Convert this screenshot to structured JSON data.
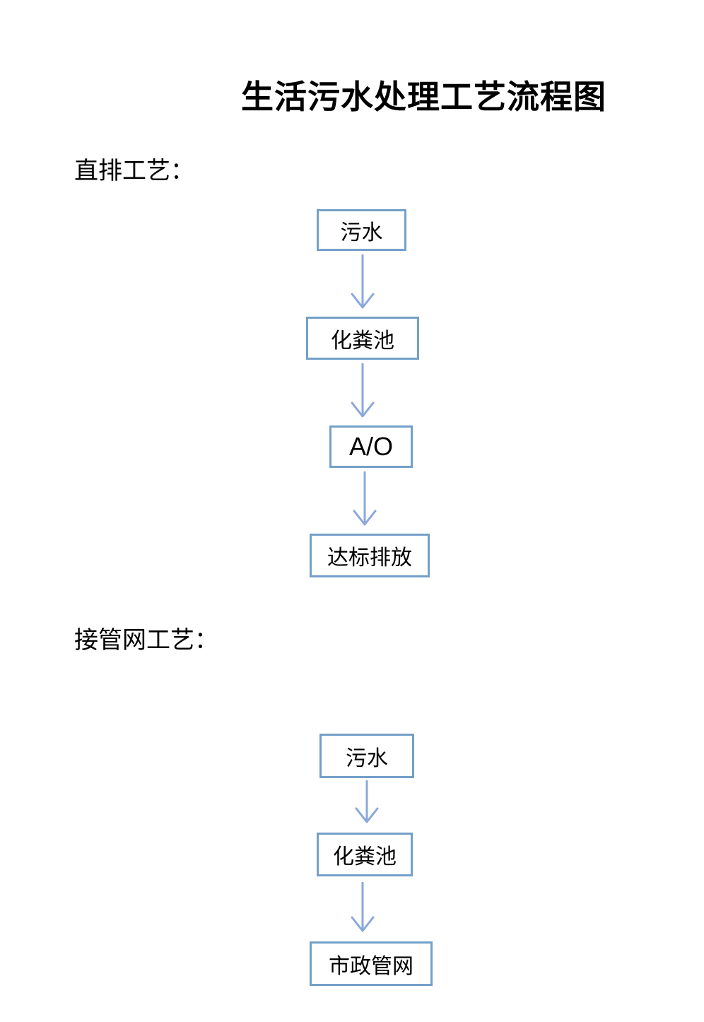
{
  "title": "生活污水处理工艺流程图",
  "sections": [
    {
      "label": "直排工艺：",
      "nodes": [
        {
          "label": "污水"
        },
        {
          "label": "化粪池"
        },
        {
          "label": "A/O"
        },
        {
          "label": "达标排放"
        }
      ]
    },
    {
      "label": "接管网工艺：",
      "nodes": [
        {
          "label": "污水"
        },
        {
          "label": "化粪池"
        },
        {
          "label": "市政管网"
        }
      ]
    }
  ],
  "icons": {
    "arrow": "down-arrow"
  },
  "colors": {
    "box_border": "#73a0c8",
    "arrow": "#8aa8dc",
    "text": "#000000",
    "background": "#ffffff"
  }
}
